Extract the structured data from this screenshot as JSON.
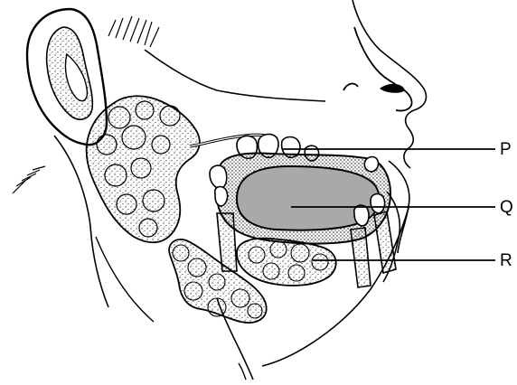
{
  "labels": {
    "p": "P",
    "q": "Q",
    "r": "R"
  },
  "colors": {
    "line": "#000000",
    "tongue_fill": "#a9a9a9",
    "gland_stipple": "#000000",
    "background": "#ffffff"
  }
}
